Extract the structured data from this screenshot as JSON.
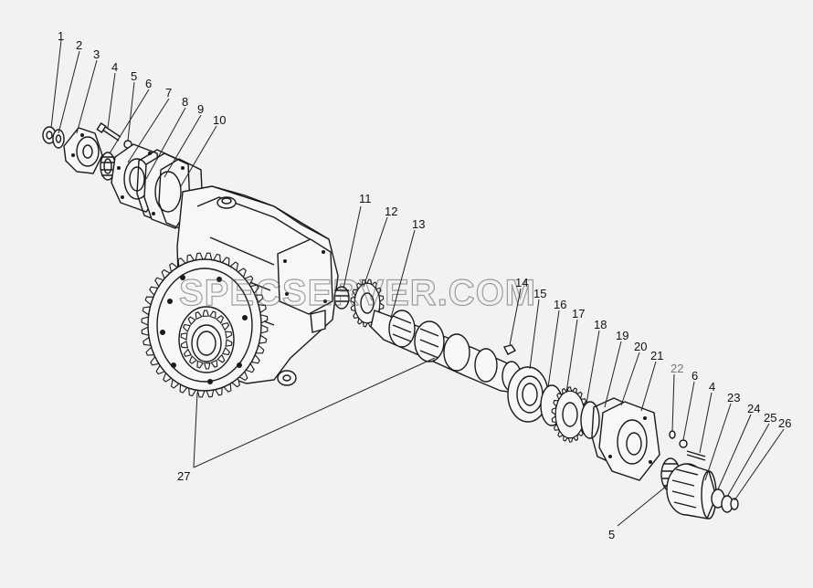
{
  "watermark": "SPECSERVER.COM",
  "callouts": [
    {
      "id": "c1",
      "text": "1"
    },
    {
      "id": "c2",
      "text": "2"
    },
    {
      "id": "c3",
      "text": "3"
    },
    {
      "id": "c4a",
      "text": "4"
    },
    {
      "id": "c5a",
      "text": "5"
    },
    {
      "id": "c6a",
      "text": "6"
    },
    {
      "id": "c7",
      "text": "7"
    },
    {
      "id": "c8",
      "text": "8"
    },
    {
      "id": "c9",
      "text": "9"
    },
    {
      "id": "c10",
      "text": "10"
    },
    {
      "id": "c11",
      "text": "11"
    },
    {
      "id": "c12",
      "text": "12"
    },
    {
      "id": "c13",
      "text": "13"
    },
    {
      "id": "c14",
      "text": "14"
    },
    {
      "id": "c15",
      "text": "15"
    },
    {
      "id": "c16",
      "text": "16"
    },
    {
      "id": "c17",
      "text": "17"
    },
    {
      "id": "c18",
      "text": "18"
    },
    {
      "id": "c19",
      "text": "19"
    },
    {
      "id": "c20",
      "text": "20"
    },
    {
      "id": "c21",
      "text": "21"
    },
    {
      "id": "c22",
      "text": "22"
    },
    {
      "id": "c6b",
      "text": "6"
    },
    {
      "id": "c4b",
      "text": "4"
    },
    {
      "id": "c23",
      "text": "23"
    },
    {
      "id": "c24",
      "text": "24"
    },
    {
      "id": "c25",
      "text": "25"
    },
    {
      "id": "c26",
      "text": "26"
    },
    {
      "id": "c27",
      "text": "27"
    },
    {
      "id": "c5b",
      "text": "5"
    }
  ],
  "colors": {
    "ink": "#1a1a1a",
    "background": "#f2f2f2",
    "grey_label": "#777777"
  }
}
